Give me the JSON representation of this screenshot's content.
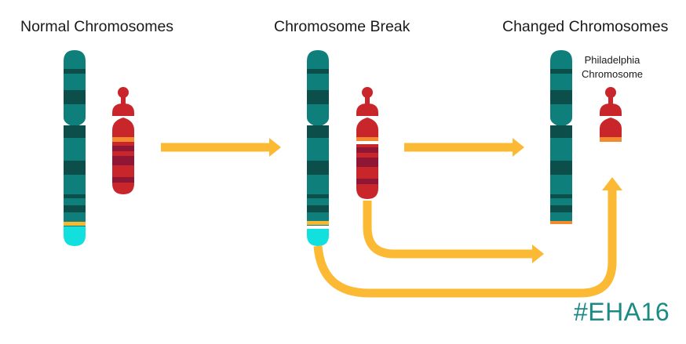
{
  "headings": {
    "normal": "Normal Chromosomes",
    "break": "Chromosome Break",
    "changed": "Changed Chromosomes"
  },
  "philadelphia_label": {
    "line1": "Philadelphia",
    "line2": "Chromosome"
  },
  "hashtag": "#EHA16",
  "colors": {
    "teal": "#0e7f7b",
    "teal_dark": "#0b4e4a",
    "teal_light": "#11e0de",
    "red": "#c8262b",
    "red_dark": "#8f1735",
    "orange": "#f28a2f",
    "yellow": "#f7b731",
    "arrow": "#fbb934",
    "hashtag": "#1b8a84"
  }
}
